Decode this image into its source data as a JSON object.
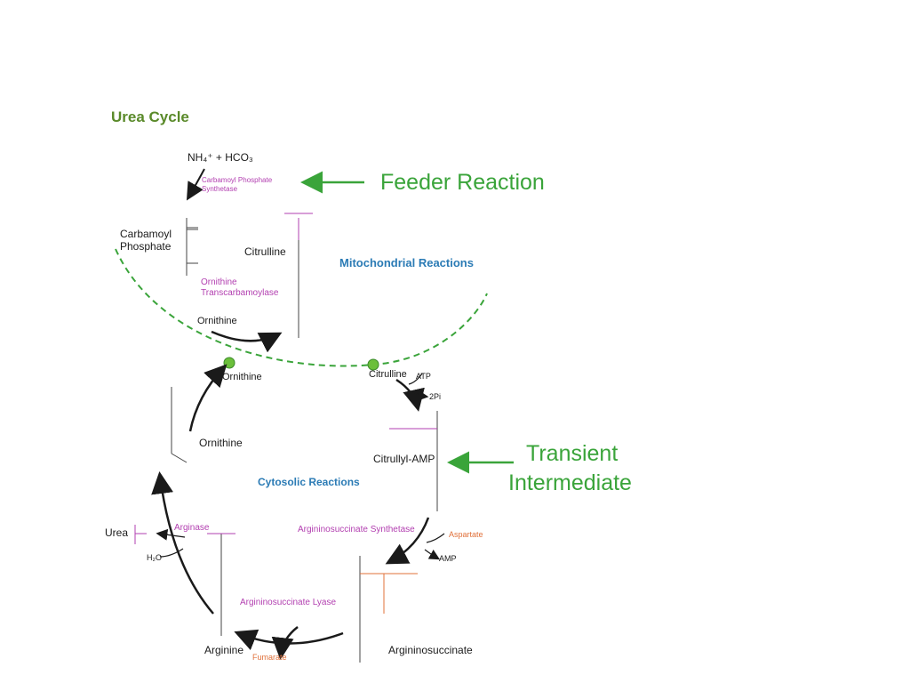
{
  "title": "Urea Cycle",
  "colors": {
    "black": "#1a1a1a",
    "green": "#3aa43a",
    "blue": "#2b7bb5",
    "magenta": "#b23fb0",
    "orange": "#e0703a",
    "gray": "#444444"
  },
  "callouts": {
    "feeder": "Feeder Reaction",
    "transient_1": "Transient",
    "transient_2": "Intermediate"
  },
  "compartments": {
    "mito": "Mitochondrial Reactions",
    "cyto": "Cytosolic Reactions"
  },
  "reactants": {
    "nh4_hco3": "NH₄⁺ + HCO₃"
  },
  "compounds": {
    "carbamoyl_1": "Carbamoyl",
    "carbamoyl_2": "Phosphate",
    "citrulline_mito": "Citrulline",
    "ornithine_mito": "Ornithine",
    "ornithine_membrane": "Ornithine",
    "citrulline_membrane": "Citrulline",
    "ornithine_cyto": "Ornithine",
    "citrullyl_amp": "Citrullyl-AMP",
    "urea": "Urea",
    "argininosuccinate": "Argininosuccinate",
    "arginine": "Arginine"
  },
  "enzymes": {
    "cps_1": "Carbamoyl Phosphate",
    "cps_2": "Synthetase",
    "otc_1": "Ornithine",
    "otc_2": "Transcarbamoylase",
    "ass": "Argininosuccinate Synthetase",
    "asl": "Argininosuccinate Lyase",
    "arginase": "Arginase"
  },
  "cofactors": {
    "atp": "ATP",
    "two_pi": "2Pi",
    "aspartate": "Aspartate",
    "amp": "AMP",
    "fumarate": "Fumarate",
    "h2o": "H₂O"
  }
}
